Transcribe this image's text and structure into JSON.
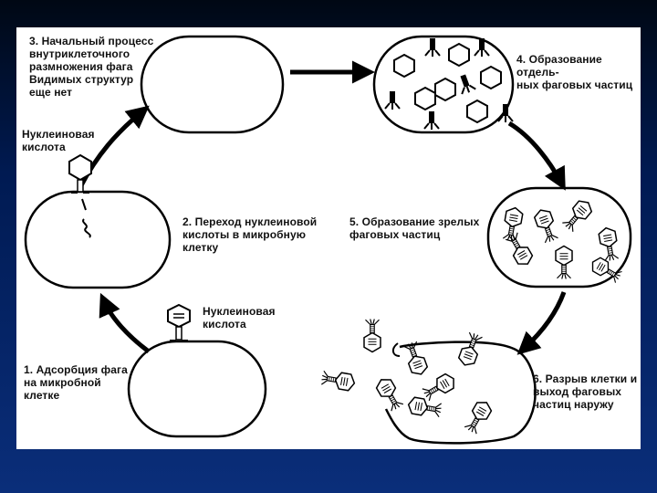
{
  "labels": {
    "step3": "3. Начальный процесс\nвнутриклеточного\nразмножения фага\nВидимых структур\nеще нет",
    "step4": "4. Образование отдель-\nных фаговых частиц",
    "step2": "2. Переход нуклеиновой\nкислоты в микробную\nклетку",
    "step5": "5. Образование зрелых\nфаговых частиц",
    "step1": "1. Адсорбция фага\nна микробной\nклетке",
    "step6": "6. Разрыв клетки и\nвыход фаговых\nчастиц наружу",
    "nucleic_top": "Нуклеиновая\nкислота",
    "nucleic_bottom": "Нуклеиновая\nкислота"
  }
}
